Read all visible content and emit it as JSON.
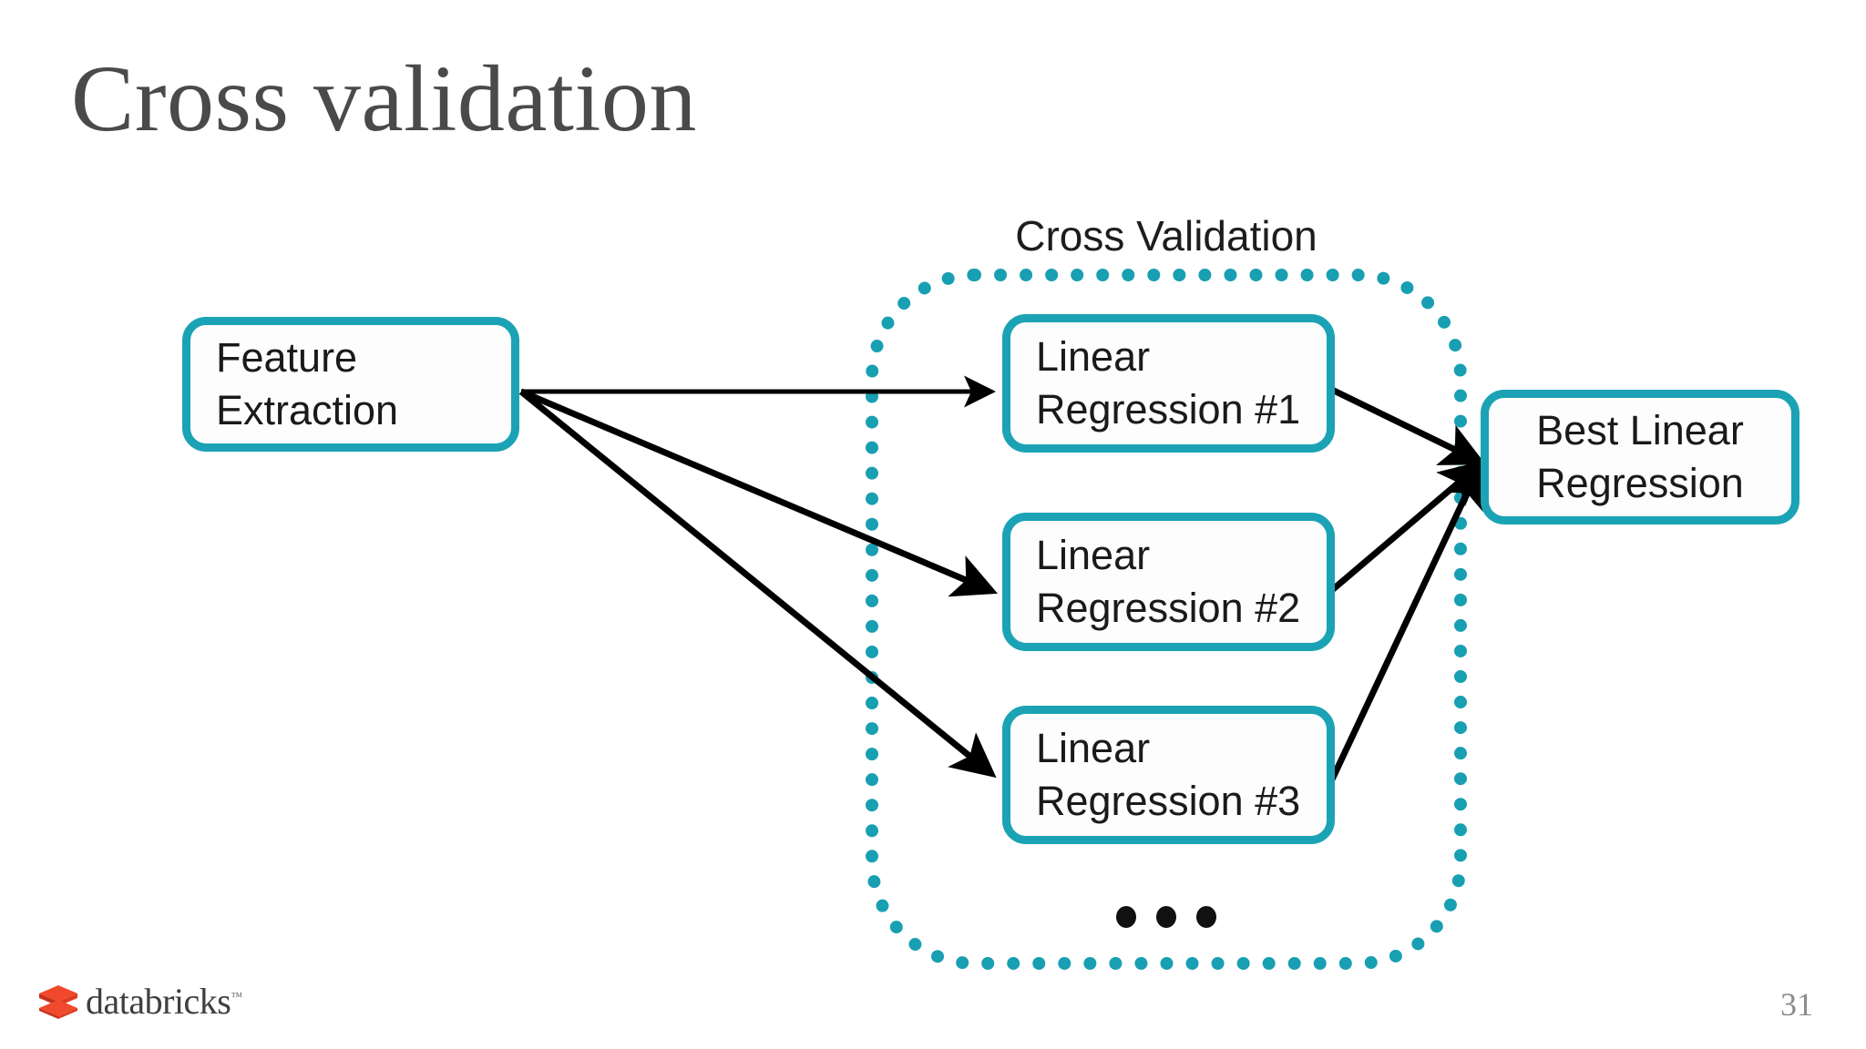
{
  "slide": {
    "title": "Cross validation",
    "page_number": "31"
  },
  "diagram": {
    "type": "flow-diagram",
    "group": {
      "caption": "Cross Validation",
      "border_style": "dotted",
      "border_color": "#189fb2",
      "ellipsis": "• • •"
    },
    "nodes": [
      {
        "id": "feature-extraction",
        "lines": [
          "Feature",
          "Extraction"
        ],
        "border_color": "#1ba3b5"
      },
      {
        "id": "linear-regression-1",
        "lines": [
          "Linear",
          "Regression #1"
        ],
        "border_color": "#1ba3b5"
      },
      {
        "id": "linear-regression-2",
        "lines": [
          "Linear",
          "Regression #2"
        ],
        "border_color": "#1ba3b5"
      },
      {
        "id": "linear-regression-3",
        "lines": [
          "Linear",
          "Regression #3"
        ],
        "border_color": "#1ba3b5"
      },
      {
        "id": "best-linear-regression",
        "lines": [
          "Best Linear",
          "Regression"
        ],
        "border_color": "#1ba3b5"
      }
    ],
    "edges": [
      {
        "from": "feature-extraction",
        "to": "linear-regression-1"
      },
      {
        "from": "feature-extraction",
        "to": "linear-regression-2"
      },
      {
        "from": "feature-extraction",
        "to": "linear-regression-3"
      },
      {
        "from": "linear-regression-1",
        "to": "best-linear-regression"
      },
      {
        "from": "linear-regression-2",
        "to": "best-linear-regression"
      },
      {
        "from": "linear-regression-3",
        "to": "best-linear-regression"
      }
    ],
    "arrow_color": "#000000"
  },
  "footer": {
    "brand": "databricks",
    "trademark": "™",
    "brand_color": "#E8462C"
  }
}
